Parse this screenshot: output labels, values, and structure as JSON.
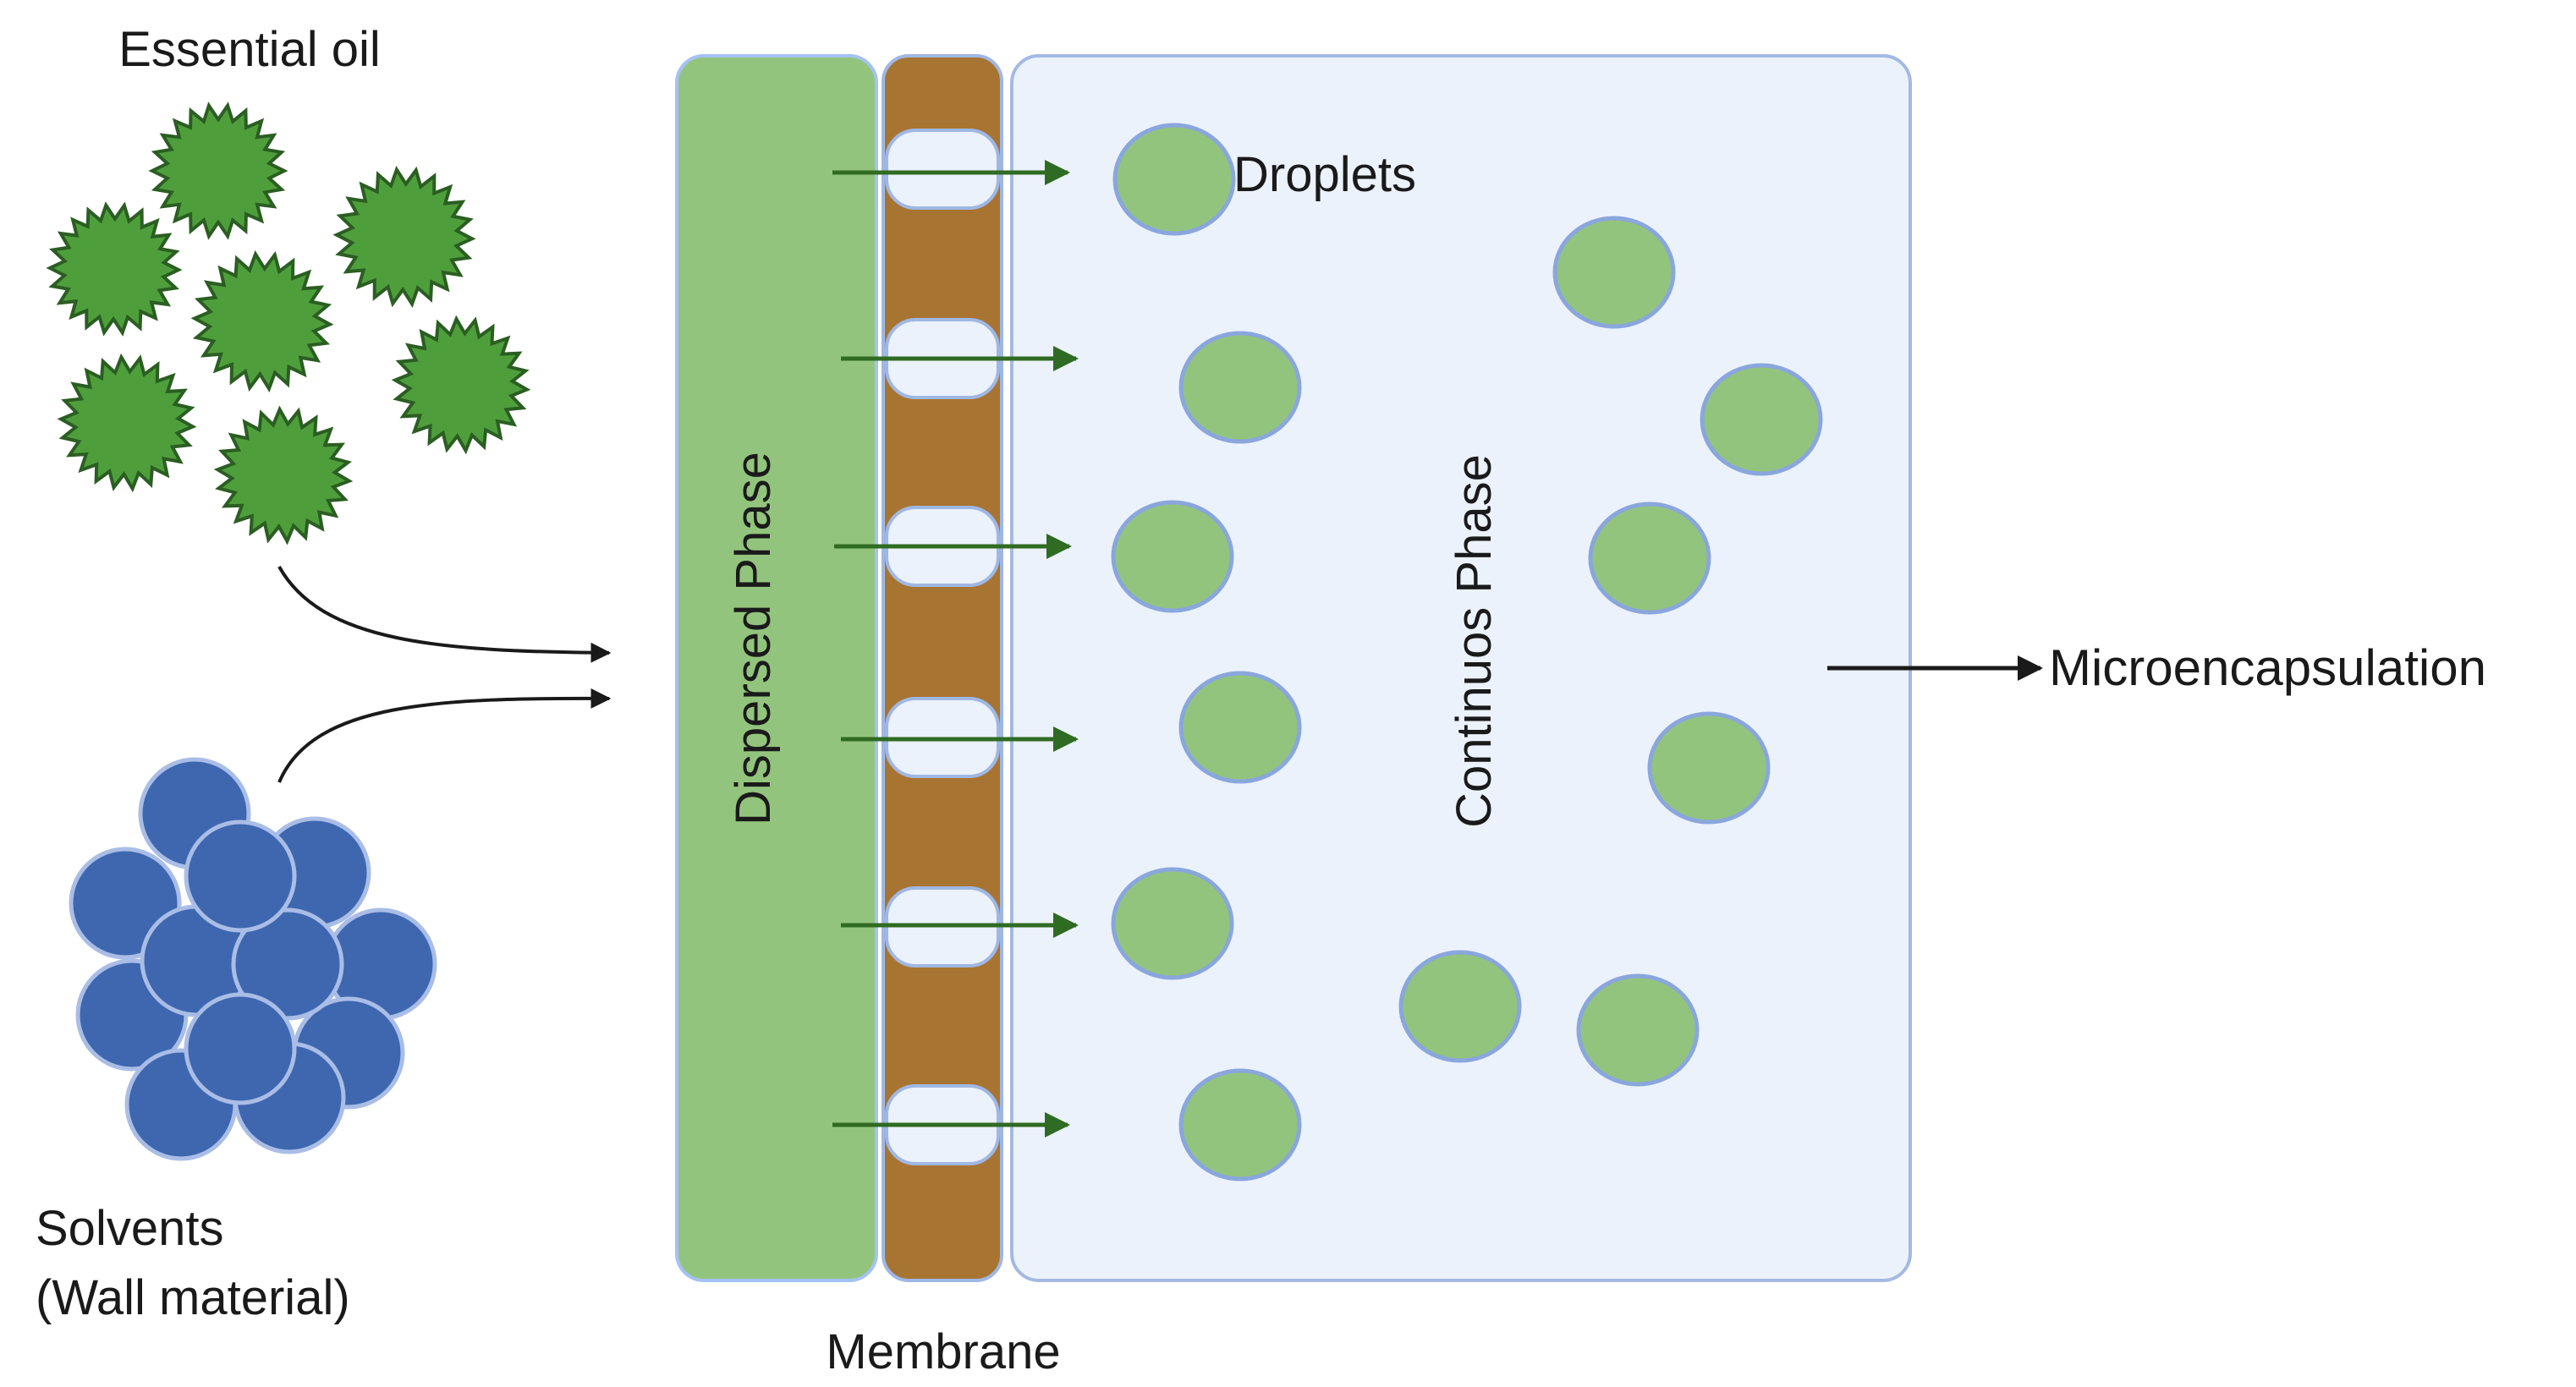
{
  "labels": {
    "essential_oil": "Essential oil",
    "solvents_line1": "Solvents",
    "solvents_line2": "(Wall material)",
    "dispersed_phase": "Dispersed Phase",
    "continuous_phase": "Continuos Phase",
    "droplets": "Droplets",
    "membrane": "Membrane",
    "microencapsulation": "Microencapsulation"
  },
  "colors": {
    "essential_oil_fill": "#4f9e3c",
    "essential_oil_stroke": "#2b5e22",
    "solvent_fill": "#3f67b0",
    "solvent_stroke": "#a9bde6",
    "dispersed_phase_fill": "#93c47d",
    "dispersed_phase_stroke": "#a4c2f4",
    "membrane_fill": "#a87432",
    "membrane_stroke": "#9fb7e3",
    "continuous_phase_fill": "#ebf2fb",
    "continuous_phase_stroke": "#a4b9e3",
    "droplet_fill": "#93c47d",
    "droplet_stroke": "#8aa6dd",
    "flow_arrow": "#2f6b22",
    "text": "#1a1a1a"
  },
  "icons": [
    "essential-oil-cluster-icon",
    "solvent-cluster-icon"
  ]
}
